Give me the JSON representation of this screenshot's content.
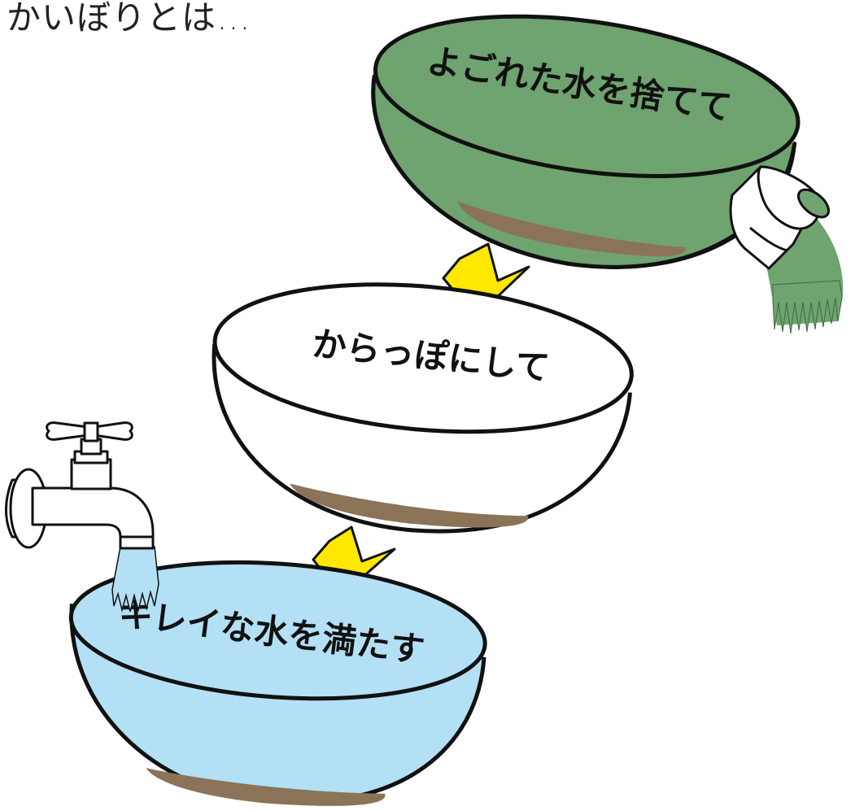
{
  "title": "かいぼりとは…",
  "steps": [
    {
      "label": "よごれた水を捨てて",
      "water_color": "#6fa36f"
    },
    {
      "label": "からっぽにして",
      "water_color": "#ffffff"
    },
    {
      "label": "キレイな水を満たす",
      "water_color": "#b3e0f5"
    }
  ],
  "colors": {
    "mud": "#8b7358",
    "arrow": "#ffe800",
    "outline": "#111111"
  },
  "icons": [
    "faucet-icon",
    "down-arrow-icon",
    "drain-pipe-icon"
  ]
}
